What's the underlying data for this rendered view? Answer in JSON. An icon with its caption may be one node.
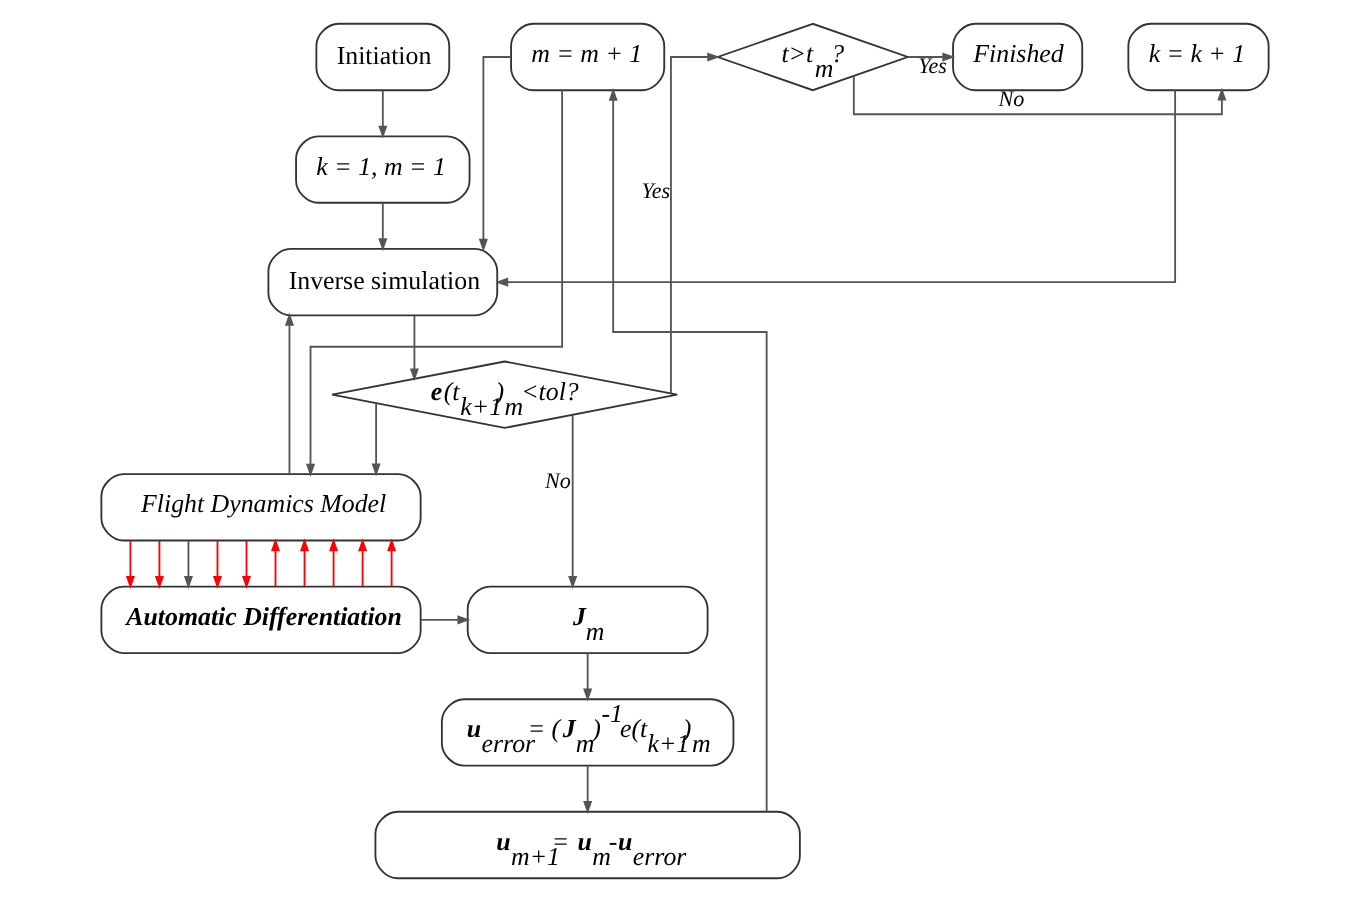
{
  "diagram": {
    "nodes": [
      {
        "text": [
          "Initiation"
        ]
      },
      {
        "text": [
          "k = 1, m = 1"
        ]
      },
      {
        "text": [
          "k = k + 1"
        ]
      },
      {
        "text": [
          "Inverse simulation"
        ]
      },
      {
        "text": [
          "t>t$_{m}$?"
        ]
      },
      {
        "text": [
          "Finished"
        ]
      },
      {
        "text": [
          "Flight Dynamics Model"
        ]
      },
      {
        "text": [
          "**e**(t$_{k+1}$)$_{m}$<tol?"
        ]
      },
      {
        "text": [
          "m = m + 1"
        ]
      },
      {
        "text": [
          "Automatic Differentiation"
        ]
      },
      {
        "text": [
          "**J**$_{m}$"
        ]
      },
      {
        "text": [
          "**u**$_{error}$= (**J**$_{m}$)$^{-1}$e(t$_{k+1}$)$_{m}$"
        ]
      },
      {
        "text": [
          "**u**$_{m+1}$= **u**$_{m}$-**u**$_{error}$"
        ]
      }
    ],
    "edges": [
      {
        "from": 0,
        "to": 1,
        "arrow": "to"
      },
      {
        "from": 1,
        "to": 3,
        "arrow": "to"
      },
      {
        "from": 2,
        "to": 3,
        "arrow": "to"
      },
      {
        "from": 3,
        "to": 7,
        "arrow": "to"
      },
      {
        "from": 7,
        "to": 4,
        "arrow": "to",
        "label": "Yes"
      },
      {
        "from": 4,
        "to": 2,
        "arrow": "to",
        "label": "No"
      },
      {
        "from": 4,
        "to": 5,
        "arrow": "to",
        "label": "Yes"
      },
      {
        "from": 7,
        "to": 10,
        "arrow": "to",
        "label": "No"
      },
      {
        "from": 7,
        "to": 6,
        "arrow": "to"
      },
      {
        "from": 8,
        "to": 3,
        "arrow": "to"
      },
      {
        "from": 8,
        "to": 6,
        "arrow": "to"
      },
      {
        "from": 6,
        "to": 3,
        "arrow": "to"
      },
      {
        "from": 9,
        "to": 6,
        "arrow": "to",
        "color": "#ff0000"
      },
      {
        "from": 6,
        "to": 9,
        "arrow": "to",
        "color": "#ff0000"
      },
      {
        "from": 9,
        "to": 6,
        "arrow": "to",
        "color": "#ff0000"
      },
      {
        "from": 6,
        "to": 9,
        "arrow": "to",
        "color": "#ff0000"
      },
      {
        "from": 9,
        "to": 6,
        "arrow": "to",
        "color": "#ff0000"
      },
      {
        "from": 6,
        "to": 9,
        "arrow": "to"
      },
      {
        "from": 9,
        "to": 6,
        "arrow": "to",
        "color": "#ff0000"
      },
      {
        "from": 6,
        "to": 9,
        "arrow": "to",
        "color": "#ff0000"
      },
      {
        "from": 9,
        "to": 6,
        "arrow": "to",
        "color": "#ff0000"
      },
      {
        "from": 6,
        "to": 9,
        "arrow": "to",
        "color": "#ff0000"
      },
      {
        "from": 9,
        "to": 10,
        "arrow": "to"
      },
      {
        "from": 10,
        "to": 11,
        "arrow": "to"
      },
      {
        "from": 11,
        "to": 12,
        "arrow": "to"
      },
      {
        "from": 12,
        "to": 8,
        "arrow": "to"
      }
    ]
  }
}
